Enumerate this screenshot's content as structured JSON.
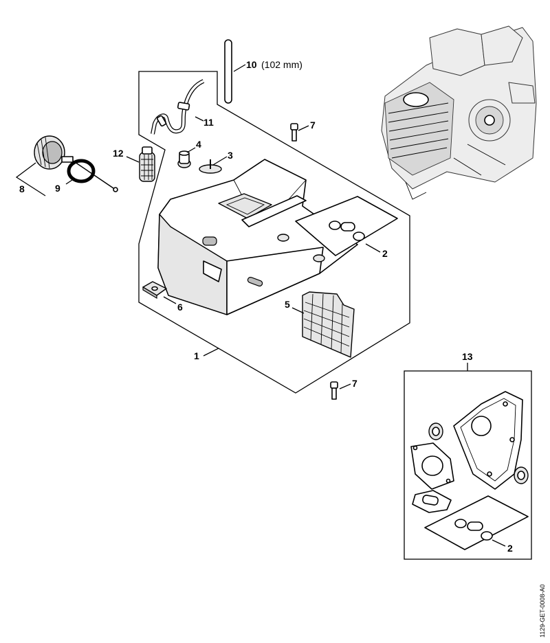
{
  "labels": {
    "p1": "1",
    "p2a": "2",
    "p2b": "2",
    "p3": "3",
    "p4": "4",
    "p5": "5",
    "p6": "6",
    "p7a": "7",
    "p7b": "7",
    "p8": "8",
    "p9": "9",
    "p10": "10",
    "p10_note": "(102 mm)",
    "p11": "11",
    "p12": "12",
    "p13": "13"
  },
  "reference_code": "1129-GET-0008-A0"
}
